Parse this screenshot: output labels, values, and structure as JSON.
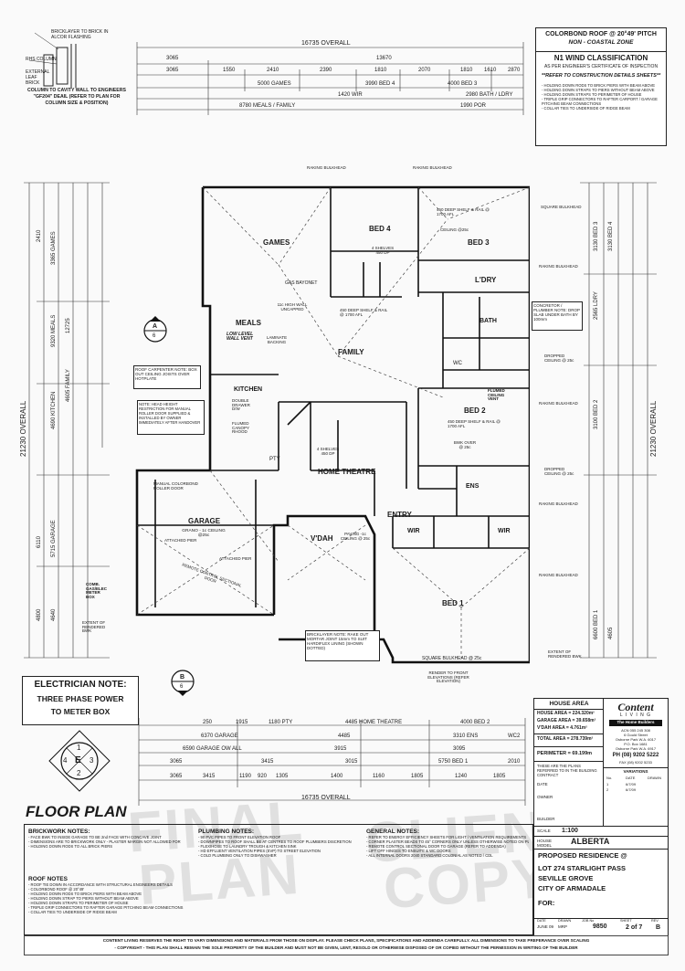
{
  "top_notes": {
    "bricklayer_note": "BRICKLAYER TO BRICK IN ALCOR FLASHING",
    "rhs_column": "RHS COLUMN",
    "external_leaf_brick": "EXTERNAL LEAF BRICK",
    "column_note": "COLUMN TO CAVITY WALL TO ENGINEERS \"GF204\" DEAIL (REFER TO PLAN FOR COLUMN SIZE & POSITION)"
  },
  "roof_box": {
    "title": "COLORBOND ROOF @ 20°49' PITCH",
    "subtitle": "NON - COASTAL ZONE",
    "wind_title": "N1 WIND CLASSIFICATION",
    "wind_sub": "AS PER ENGINEER'S CERTIFICATE OF INSPECTION",
    "refer": "**REFER TO CONSTRUCTION DETAILS SHEETS**",
    "items": [
      "- HOLDING DOWN RODS TO BRICK PIERS WITH BEAM ABOVE",
      "- HOLDING DOWN STRAPS TO PIERS WITHOUT BEAM ABOVE",
      "- HOLDING DOWN STRAPS TO PERIMETER OF HOUSE",
      "- TRIPLE GRIP CONNECTORS TO RAFTER CARPORT / GARAGE",
      "  PITCHING BEAM CONNECTIONS",
      "- COLLAR TIES TO UNDERSIDE OF RIDGE BEAM"
    ]
  },
  "dims_top": {
    "overall": "16735 OVERALL",
    "row1": [
      "3065",
      "13670"
    ],
    "row2": [
      "3065",
      "1550",
      "2410",
      "2390",
      "1810",
      "2070",
      "1810",
      "1610",
      "2870"
    ],
    "row3": [
      "5000 GAMES",
      "3990 BED 4",
      "4000 BED 3"
    ],
    "row4": [
      "1420 WIR",
      "2980 BATH / LDRY"
    ],
    "row5": [
      "8780 MEALS / FAMILY",
      "1990 POR"
    ]
  },
  "dims_bottom": {
    "row1": [
      "250",
      "1915",
      "1180 PTY",
      "4485 HOME THEATRE",
      "4000 BED 2"
    ],
    "row2": [
      "6370 GARAGE",
      "4485",
      "3310 ENS",
      "WC2"
    ],
    "row3": [
      "6590 GARAGE OW ALL",
      "3915",
      "3095"
    ],
    "row4": [
      "3065",
      "3415",
      "3015",
      "5750 BED 1",
      "2010"
    ],
    "row5": [
      "3065",
      "3415",
      "1190",
      "920",
      "1305",
      "1400",
      "1160",
      "1805",
      "1240",
      "1805"
    ],
    "overall": "16735 OVERALL"
  },
  "rooms": {
    "games": "GAMES",
    "bed4": "BED 4",
    "bed3": "BED 3",
    "ldry": "L'DRY",
    "bath": "BATH",
    "meals": "MEALS",
    "family": "FAMILY",
    "kitchen": "KITCHEN",
    "bed2": "BED 2",
    "home_theatre": "HOME THEATRE",
    "ens": "ENS",
    "garage": "GARAGE",
    "entry": "ENTRY",
    "vdah": "V'DAH",
    "wir": "WIR",
    "bed1": "BED 1",
    "pty": "PTY",
    "wc": "WC"
  },
  "room_notes": {
    "games_note": "GAS BAYONET",
    "bed4_shelf": "4 SHELVES 450 DP",
    "bed3_shelf": "450 DEEP SHELF & RAIL @ 1700 AFL",
    "ceiling": "CEILING @25c",
    "meals_note": "LOW LEVEL WALL VENT",
    "kitchen_note": "DOUBLE DRAWER D/W",
    "canopy": "FLUMED CANOPY RHOOD",
    "half_wall": "11c HIGH WALL UNCAPPED",
    "laminate": "LAMINATE BACKING",
    "family_shelf": "450 DEEP SHELF & RAIL @ 1700 AFL",
    "theatre_shelf": "4 SHELVES 450 DP",
    "bed2_shelf": "450 DEEP SHELF & RAIL @ 1700 AFL",
    "bwk_over": "BWK OVER @ 25c",
    "garage_ceiling": "GRANO - 1c CEILING @25c",
    "vdah_ceiling": "PAVING -1c CEILING @ 25c",
    "bed1_bulkhead": "SQUARE BULKHEAD @ 25c",
    "roller_door": "REMOTE CONTROL SECTIONAL DOOR",
    "manual_door": "MANUAL COLORBOND ROLLER DOOR",
    "attached_pier": "ATTACHED PIER",
    "rendered": "EXTENT OF RENDERED BWK",
    "flumed_vent": "FLUMED CEILING VENT",
    "concrete_note": "CONCRETOR / PLUMBER NOTE: DROP SLAB UNDER BATH BY 100mm",
    "roof_carpenter": "ROOF CARPENTER NOTE: BOX OUT CEILING JOISTS OVER HOTPLATE",
    "bricklayer_note": "BRICKLAYER NOTE: RAKE OUT MORTAR JOINT 15mm TO SUIT HARDIFLEX LINING (SHOWN DOTTED)",
    "render_note": "RENDER TO FRONT ELEVATIONS (REFER ELEVATION)",
    "meter_box": "COMB. GAS/ELEC METER BOX",
    "note_head": "NOTE: HEAD HEIGHT RESTRICTION FOR MANUAL ROLLER DOOR SUPPLIED & INSTALLED BY OWNER IMMEDIATELY AFTER HANDOVER",
    "raking": "RAKING BULKHEAD",
    "square": "SQUARE BULKHEAD",
    "dropped": "DROPPED CEILING @ 25c"
  },
  "side_dims_left": [
    "2410",
    "3365 GAMES",
    "12725",
    "9320 MEALS",
    "4605 FAMILY",
    "4690 KITCHEN",
    "5715 GARAGE",
    "6110",
    "4800",
    "4640"
  ],
  "side_dims_right": [
    "3130 BED 3",
    "3130 BED 4",
    "2565 LDRY",
    "3100 BED 2",
    "6600 BED 1",
    "4605"
  ],
  "overall_left": "21230 OVERALL",
  "overall_right": "21230 OVERALL",
  "section_a": {
    "letter": "A",
    "num": "6"
  },
  "section_b": {
    "letter": "B",
    "num": "6"
  },
  "electrician": {
    "title": "ELECTRICIAN NOTE:",
    "line1": "THREE PHASE POWER",
    "line2": "TO METER BOX"
  },
  "elevation_key": {
    "center": "E",
    "n": "1",
    "e": "3",
    "s": "2",
    "w": "4"
  },
  "floor_plan_title": "FLOOR PLAN",
  "watermark": {
    "w1": "FINAL",
    "w2": "PLAN",
    "w3": "CLIENT",
    "w4": "COPY"
  },
  "house_area": {
    "title": "HOUSE AREA",
    "house": "HOUSE AREA = 224.320m²",
    "garage": "GARAGE AREA = 39.658m²",
    "vdah": "V'DAH AREA = 4.761m²",
    "total": "TOTAL AREA = 278.739m²",
    "perimeter": "PERIMETER = 69.199m",
    "plans_note": "THESE ARE THE PLANS REFERRED TO IN THE BUILDING CONTRACT",
    "date": "DATE",
    "owner": "OWNER",
    "builder": "BUILDER"
  },
  "builder": {
    "logo": "Content",
    "logo2": "L I V I N G",
    "tagline": "The Home Builders",
    "acn": "ACN 055 245 308",
    "address": "6 Gould Street",
    "suburb": "Osborne Park W.A. 6017",
    "pobox": "P.O. Box 1681",
    "pobox2": "Osborne Park W.A. 6917",
    "phone": "PH (08) 9202 5222",
    "fax": "FAX (08) 9202 5233"
  },
  "revisions": {
    "title": "VARIATIONS",
    "cols": [
      "No.",
      "DATE",
      "DRAWN"
    ],
    "rows": [
      [
        "1",
        "6/7/09",
        ""
      ],
      [
        "2",
        "6/7/09",
        ""
      ]
    ]
  },
  "title_block": {
    "scale_label": "SCALE",
    "scale": "1:100",
    "house_model_label": "HOUSE MODEL",
    "house_model": "ALBERTA",
    "residence": "PROPOSED RESIDENCE @",
    "lot": "LOT 274 STARLIGHT PASS",
    "suburb": "SEVILLE GROVE",
    "city": "CITY OF ARMADALE",
    "for": "FOR:",
    "date_label": "DATE",
    "date": "JUNE 09",
    "drawn_label": "DRAWN",
    "drawn": "MRP",
    "job_label": "JOB No",
    "job": "9850",
    "sheet_label": "SHEET",
    "sheet": "2 of 7",
    "rev_label": "REV",
    "rev": "B"
  },
  "brickwork_notes": {
    "title": "BRICKWORK NOTES:",
    "items": [
      "- FACE BWK TO INSIDE GARAGE TO BE 2nd FACE WITH CONCAVE JOINT",
      "- DIMENSIONS ARE TO BRICKWORK ONLY - PLASTER MARGIN NOT ALLOWED FOR",
      "- HOLDING DOWN RODS TO ALL BRICK PIERS"
    ]
  },
  "plumbing_notes": {
    "title": "PLUMBING NOTES:",
    "items": [
      "- 90 PVC PIPES TO FRONT ELEVATION ROOF",
      "- DOWNPIPES TO ROOF SHALL BE AT CENTRES TO ROOF PLUMBERS DISCRETION",
      "- FLEXIHOSE TO LAUNDRY TROUGH & KITCHEN SINK",
      "- HD EFFLUENT VENTILATION PIPES (EVP) TO STREET ELEVATION",
      "- COLD PLUMBING ONLY TO DISHWASHER"
    ]
  },
  "general_notes": {
    "title": "GENERAL NOTES:",
    "items": [
      "- REFER TO ENERGY EFFICIENCY SHEETS FOR LIGHT / VENTILATION REQUIREMENTS",
      "- CORNER PLASTER BEADS TO 45° CORNERS ONLY UNLESS OTHERWISE NOTED ON PLAN",
      "- REMOTE CONTROL SECTIONAL DOOR TO GARAGE (REFER TO ADDENDA)",
      "- LIFT OFF HINGES TO ENSUITE & WC DOORS",
      "- ALL INTERNAL DOORS 2040 STANDARD COLONIAL AS NOTED / CDL"
    ]
  },
  "roof_notes": {
    "title": "ROOF NOTES",
    "items": [
      "- ROOF TIE DOWN IN ACCORDANCE WITH STRUCTURAL ENGINEERS DETAILS",
      "- COLORBOND ROOF @ 20°49'",
      "- HOLDING DOWN RODS TO BRICK PIERS WITH BEAM ABOVE",
      "- HOLDING DOWN STRAP TO PIERS WITHOUT BEAM ABOVE",
      "- HOLDING DOWN STRAPS TO PERIMETER OF HOUSE",
      "- TRIPLE GRIP CONNECTORS TO RAFTER GARAGE PITCHING BEAM CONNECTIONS",
      "- COLLAR TIES TO UNDERSIDE OF RIDGE BEAM"
    ]
  },
  "footer": {
    "line1": "CONTENT LIVING RESERVES THE RIGHT TO VARY DIMENSIONS AND MATERIALS FROM THOSE ON DISPLAY. PLEASE CHECK PLANS, SPECIFICATIONS AND ADDENDA CAREFULLY. ALL DIMENSIONS TO TAKE PREFERANCE OVER SCALING",
    "line2": "- COPYRIGHT - THIS PLAN SHALL REMAIN THE SOLE PROPERTY OF THE BUILDER AND MUST NOT BE GIVEN, LENT, RESOLD OR OTHERWISE DISPOSED OF OR COPIED WITHOUT THE PERMISSION IN WRITING OF THE BUILDER"
  }
}
